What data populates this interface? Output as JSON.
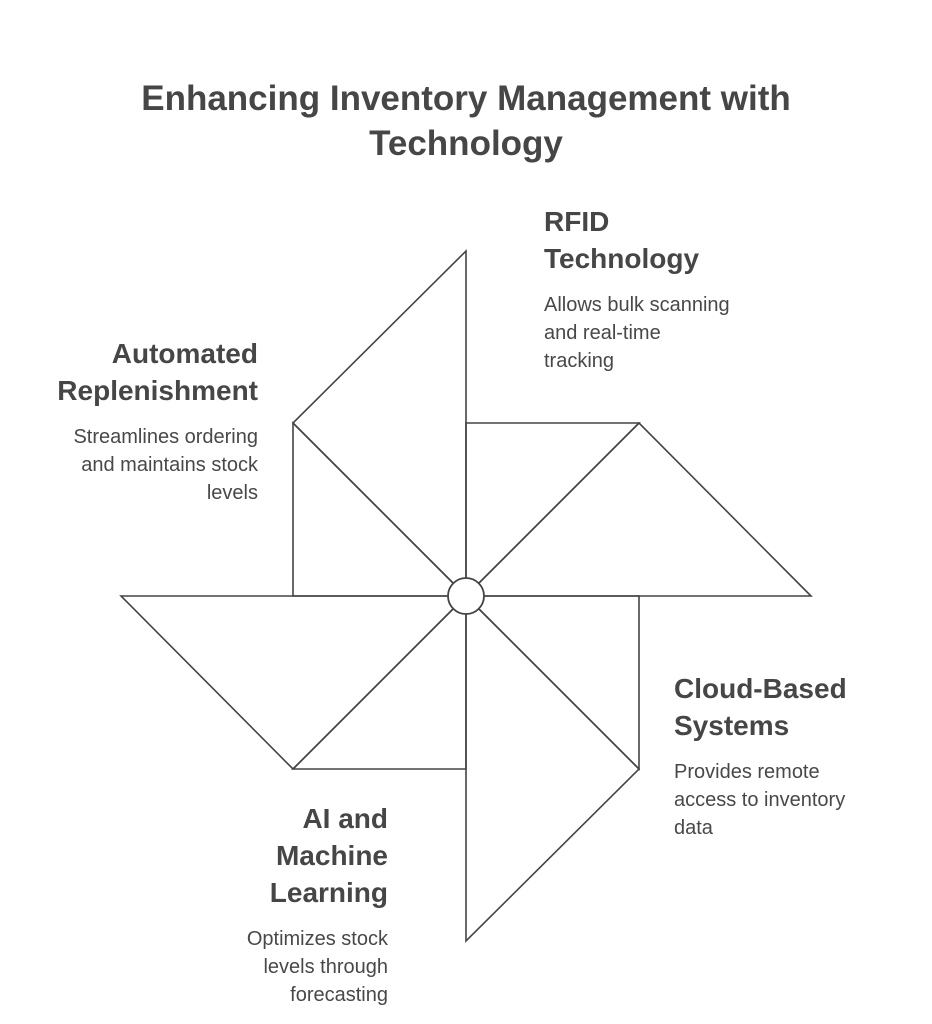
{
  "title": {
    "line1": "Enhancing Inventory Management with",
    "line2": "Technology"
  },
  "items": {
    "rfid": {
      "heading": [
        "RFID",
        "Technology"
      ],
      "description": [
        "Allows bulk scanning",
        "and real-time",
        "tracking"
      ]
    },
    "automated": {
      "heading": [
        "Automated",
        "Replenishment"
      ],
      "description": [
        "Streamlines ordering",
        "and maintains stock",
        "levels"
      ]
    },
    "cloud": {
      "heading": [
        "Cloud-Based",
        "Systems"
      ],
      "description": [
        "Provides remote",
        "access to inventory",
        "data"
      ]
    },
    "ai": {
      "heading": [
        "AI and",
        "Machine",
        "Learning"
      ],
      "description": [
        "Optimizes stock",
        "levels through",
        "forecasting"
      ]
    }
  },
  "colors": {
    "stroke": "#444444",
    "text": "#464646",
    "background": "#ffffff"
  }
}
